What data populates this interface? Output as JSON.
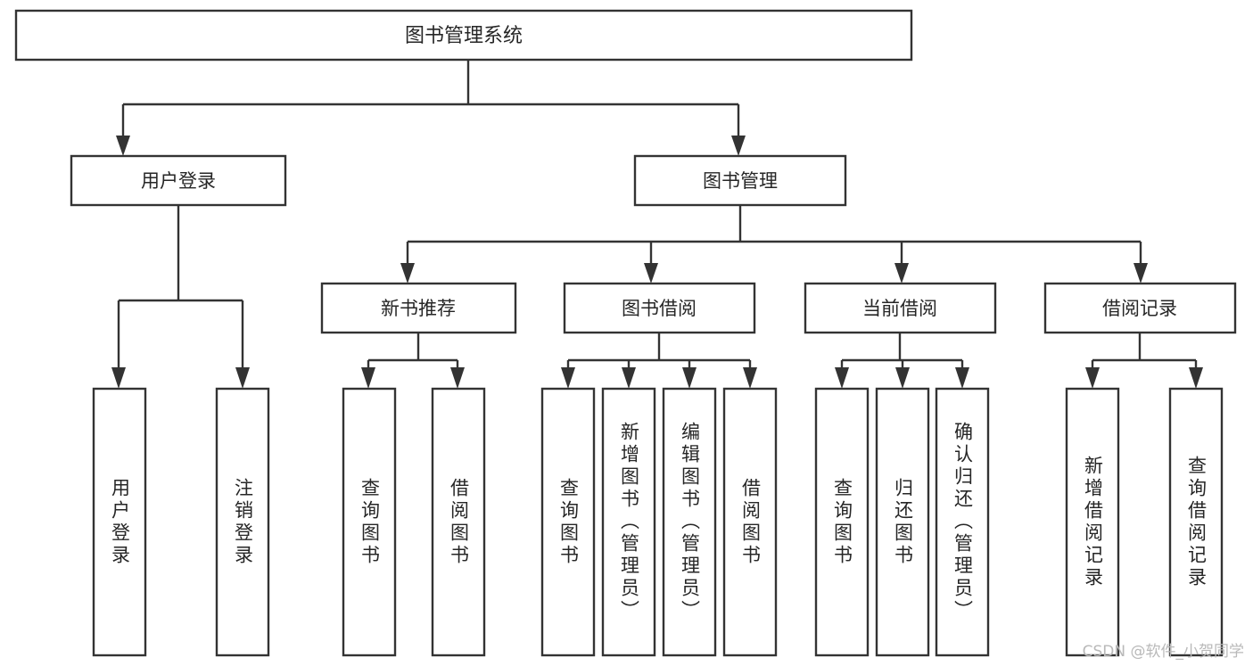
{
  "diagram": {
    "title": "图书管理系统",
    "type": "tree-hierarchy",
    "background": "#ffffff",
    "line_color": "#333333",
    "text_color": "#262626",
    "root": {
      "id": "root",
      "label": "图书管理系统"
    },
    "level2": [
      {
        "id": "user-login",
        "label": "用户登录"
      },
      {
        "id": "book-manage",
        "label": "图书管理"
      }
    ],
    "level3": [
      {
        "id": "new-book-recommend",
        "label": "新书推荐",
        "parent": "book-manage"
      },
      {
        "id": "book-borrow",
        "label": "图书借阅",
        "parent": "book-manage"
      },
      {
        "id": "current-borrow",
        "label": "当前借阅",
        "parent": "book-manage"
      },
      {
        "id": "borrow-record",
        "label": "借阅记录",
        "parent": "book-manage"
      }
    ],
    "leaves": {
      "user-login": [
        {
          "id": "leaf-user-login",
          "label": "用户登录"
        },
        {
          "id": "leaf-user-logout",
          "label": "注销登录"
        }
      ],
      "new-book-recommend": [
        {
          "id": "leaf-query-book-1",
          "label": "查询图书"
        },
        {
          "id": "leaf-borrow-book-1",
          "label": "借阅图书"
        }
      ],
      "book-borrow": [
        {
          "id": "leaf-query-book-2",
          "label": "查询图书"
        },
        {
          "id": "leaf-add-book",
          "label": "新增图书（管理员）"
        },
        {
          "id": "leaf-edit-book",
          "label": "编辑图书（管理员）"
        },
        {
          "id": "leaf-borrow-book-2",
          "label": "借阅图书"
        }
      ],
      "current-borrow": [
        {
          "id": "leaf-query-book-3",
          "label": "查询图书"
        },
        {
          "id": "leaf-return-book",
          "label": "归还图书"
        },
        {
          "id": "leaf-confirm-return",
          "label": "确认归还（管理员）"
        }
      ],
      "borrow-record": [
        {
          "id": "leaf-add-record",
          "label": "新增借阅记录"
        },
        {
          "id": "leaf-query-record",
          "label": "查询借阅记录"
        }
      ]
    }
  },
  "watermark": {
    "text": "CSDN @软件_小贺同学"
  }
}
